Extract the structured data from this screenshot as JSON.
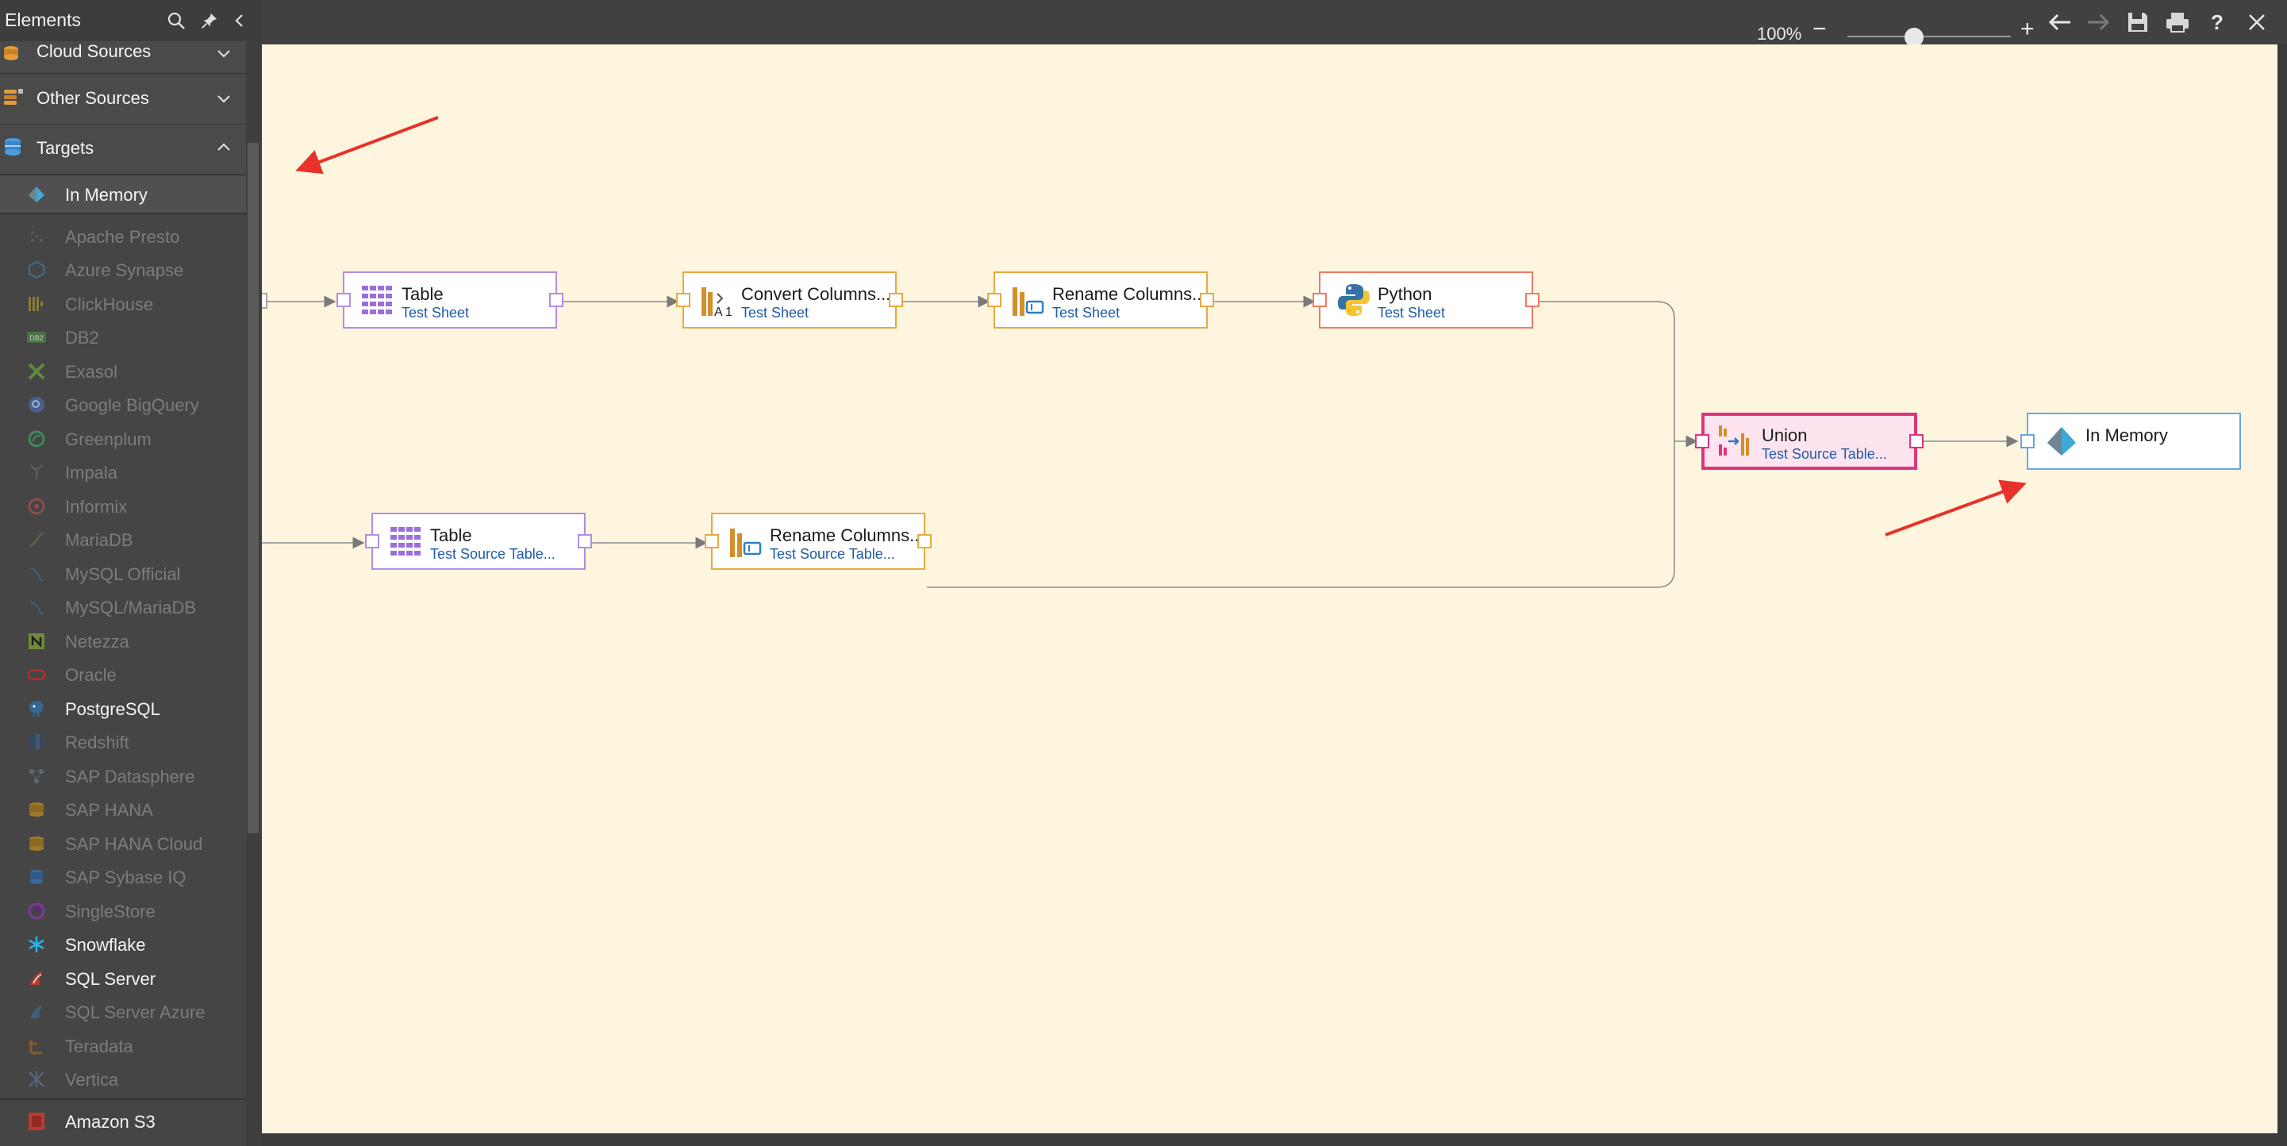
{
  "panel": {
    "title": "Elements",
    "sections": [
      {
        "label": "Cloud Sources",
        "icon": "cloud-database-icon",
        "state": "collapsed"
      },
      {
        "label": "Other Sources",
        "icon": "database-stack-icon",
        "state": "collapsed"
      },
      {
        "label": "Targets",
        "icon": "target-database-icon",
        "state": "expanded"
      }
    ],
    "selected_item": {
      "label": "In Memory",
      "icon": "in-memory-icon"
    },
    "targets": [
      {
        "label": "Apache Presto",
        "icon": "presto-icon",
        "active": false
      },
      {
        "label": "Azure Synapse",
        "icon": "azure-synapse-icon",
        "active": false
      },
      {
        "label": "ClickHouse",
        "icon": "clickhouse-icon",
        "active": false
      },
      {
        "label": "DB2",
        "icon": "db2-icon",
        "active": false
      },
      {
        "label": "Exasol",
        "icon": "exasol-icon",
        "active": false
      },
      {
        "label": "Google BigQuery",
        "icon": "bigquery-icon",
        "active": false
      },
      {
        "label": "Greenplum",
        "icon": "greenplum-icon",
        "active": false
      },
      {
        "label": "Impala",
        "icon": "impala-icon",
        "active": false
      },
      {
        "label": "Informix",
        "icon": "informix-icon",
        "active": false
      },
      {
        "label": "MariaDB",
        "icon": "mariadb-icon",
        "active": false
      },
      {
        "label": "MySQL Official",
        "icon": "mysql-icon",
        "active": false
      },
      {
        "label": "MySQL/MariaDB",
        "icon": "mysql-mariadb-icon",
        "active": false
      },
      {
        "label": "Netezza",
        "icon": "netezza-icon",
        "active": false
      },
      {
        "label": "Oracle",
        "icon": "oracle-icon",
        "active": false
      },
      {
        "label": "PostgreSQL",
        "icon": "postgresql-icon",
        "active": true
      },
      {
        "label": "Redshift",
        "icon": "redshift-icon",
        "active": false
      },
      {
        "label": "SAP Datasphere",
        "icon": "sap-datasphere-icon",
        "active": false
      },
      {
        "label": "SAP HANA",
        "icon": "sap-hana-icon",
        "active": false
      },
      {
        "label": "SAP HANA Cloud",
        "icon": "sap-hana-cloud-icon",
        "active": false
      },
      {
        "label": "SAP Sybase IQ",
        "icon": "sybase-iq-icon",
        "active": false
      },
      {
        "label": "SingleStore",
        "icon": "singlestore-icon",
        "active": false
      },
      {
        "label": "Snowflake",
        "icon": "snowflake-icon",
        "active": true
      },
      {
        "label": "SQL Server",
        "icon": "sql-server-icon",
        "active": true
      },
      {
        "label": "SQL Server Azure",
        "icon": "sql-server-azure-icon",
        "active": false
      },
      {
        "label": "Teradata",
        "icon": "teradata-icon",
        "active": false
      },
      {
        "label": "Vertica",
        "icon": "vertica-icon",
        "active": false
      }
    ],
    "footer_item": {
      "label": "Amazon S3",
      "icon": "amazon-s3-icon"
    }
  },
  "toolbar": {
    "zoom": "100%",
    "zoom_minus": "−",
    "zoom_plus": "+",
    "zoom_level": 0.4,
    "help": "?"
  },
  "flow": {
    "nodes": [
      {
        "id": "table1",
        "title": "Table",
        "subtitle": "Test Sheet",
        "icon": "table-grid-icon",
        "border": "#b48ce6"
      },
      {
        "id": "convert",
        "title": "Convert Columns...",
        "subtitle": "Test Sheet",
        "icon": "convert-columns-icon",
        "border": "#e8a940"
      },
      {
        "id": "rename1",
        "title": "Rename Columns...",
        "subtitle": "Test Sheet",
        "icon": "rename-columns-icon",
        "border": "#e8a940"
      },
      {
        "id": "python",
        "title": "Python",
        "subtitle": "Test Sheet",
        "icon": "python-icon",
        "border": "#f07a62"
      },
      {
        "id": "table2",
        "title": "Table",
        "subtitle": "Test Source Table...",
        "icon": "table-grid-icon",
        "border": "#b48ce6"
      },
      {
        "id": "rename2",
        "title": "Rename Columns...",
        "subtitle": "Test Source Table...",
        "icon": "rename-columns-icon",
        "border": "#e8a940"
      },
      {
        "id": "union",
        "title": "Union",
        "subtitle": "Test Source Table...",
        "icon": "union-icon",
        "border": "#e0337f"
      },
      {
        "id": "inmemory",
        "title": "In Memory",
        "subtitle": "",
        "icon": "in-memory-icon",
        "border": "#6aa6e6"
      }
    ]
  },
  "colors": {
    "canvas": "#fdf5de",
    "panel": "#454545",
    "annotation_arrow": "#e8312a",
    "connector": "#8a8a8a",
    "union_fill": "#fde4ef"
  }
}
